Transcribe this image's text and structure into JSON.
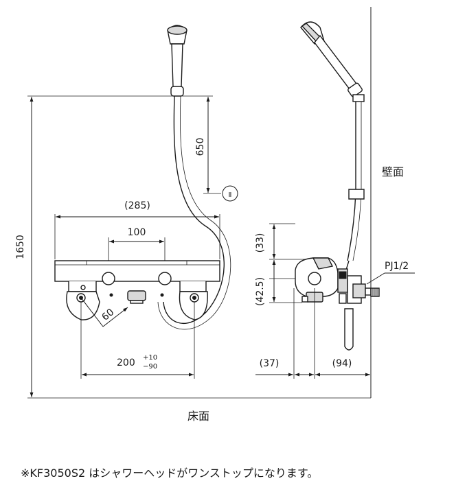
{
  "dimensions": {
    "total_height": "1650",
    "shower_hook_height": "650",
    "body_width": "(285)",
    "inlet_spacing": "100",
    "angle_offset": "60",
    "pipe_spacing": "200",
    "pipe_tolerance_plus": "+10",
    "pipe_tolerance_minus": "−90",
    "top_offset": "(33)",
    "center_offset": "(42.5)",
    "front_projection": "(37)",
    "wall_projection": "(94)"
  },
  "marker": {
    "circled_label": "Ⅱ"
  },
  "labels": {
    "wall_surface": "壁面",
    "floor_surface": "床面",
    "thread_spec": "PJ1/2"
  },
  "footnote": "※KF3050S2 はシャワーヘッドがワンストップになります。"
}
